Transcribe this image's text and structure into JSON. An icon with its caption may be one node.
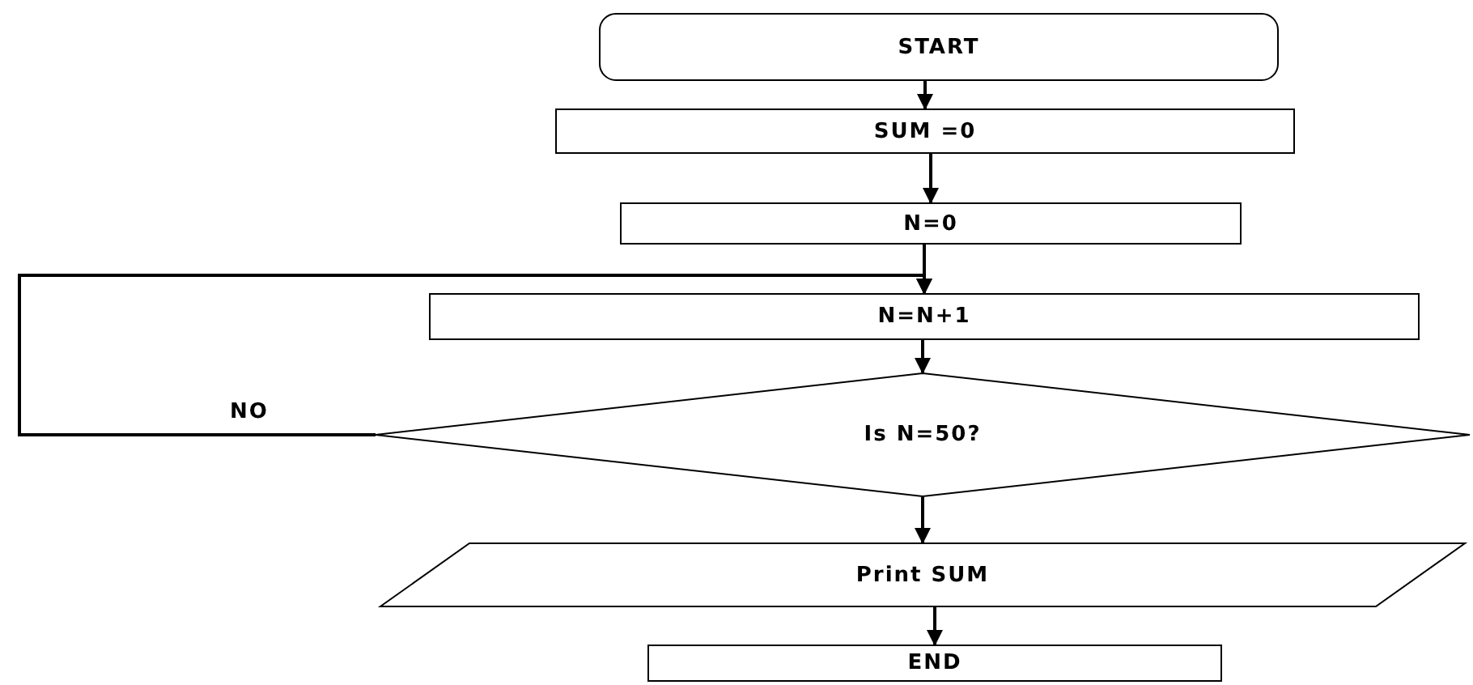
{
  "diagram": {
    "nodes": [
      {
        "text": [
          "START"
        ]
      },
      {
        "text": [
          "SUM =0"
        ]
      },
      {
        "text": [
          "N=0"
        ]
      },
      {
        "text": [
          "N=N+1"
        ]
      },
      {
        "text": [
          "Is N=50?"
        ]
      },
      {
        "text": [
          "Print SUM"
        ]
      },
      {
        "text": [
          "END"
        ]
      }
    ],
    "edges": [
      {
        "from": 0,
        "to": 1,
        "arrow": "to"
      },
      {
        "from": 1,
        "to": 2,
        "arrow": "to"
      },
      {
        "from": 2,
        "to": 3,
        "arrow": "to"
      },
      {
        "from": 3,
        "to": 4,
        "arrow": "to"
      },
      {
        "from": 4,
        "to": 3,
        "label": "NO",
        "arrow": "to"
      },
      {
        "from": 4,
        "to": 5,
        "arrow": "to"
      },
      {
        "from": 5,
        "to": 6,
        "arrow": "to"
      }
    ]
  }
}
